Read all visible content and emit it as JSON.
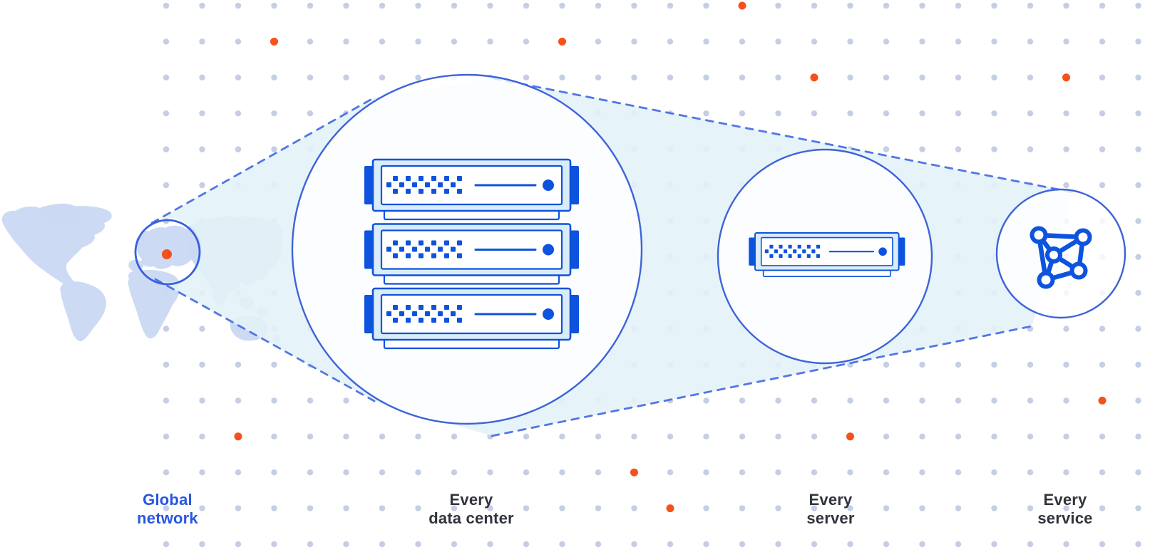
{
  "labels": {
    "global_network": {
      "line1": "Global",
      "line2": "network"
    },
    "every_data_center": {
      "line1": "Every",
      "line2": "data center"
    },
    "every_server": {
      "line1": "Every",
      "line2": "server"
    },
    "every_service": {
      "line1": "Every",
      "line2": "service"
    }
  },
  "icons": {
    "world_map": "world-map-icon",
    "globe_region": "globe-region-circle-icon",
    "location_marker": "location-marker-dot-icon",
    "data_center": "server-stack-icon",
    "server": "server-icon",
    "service": "network-graph-icon"
  },
  "colors": {
    "accent_blue": "#0d53dd",
    "circle_stroke_blue": "#3e63d9",
    "dashed_line_blue": "#5276e4",
    "wedge_fill": "#e3f2f7",
    "map_fill": "#cbd9f2",
    "grid_dot": "#c5cee6",
    "orange_accent": "#f4511c",
    "label_dark": "#31343b",
    "label_blue": "#2857e0",
    "server_panel_fill": "#d9ecf8"
  },
  "decor": {
    "orange_grid_cells": [
      [
        16,
        0
      ],
      [
        3,
        1
      ],
      [
        11,
        1
      ],
      [
        18,
        2
      ],
      [
        25,
        2
      ],
      [
        26,
        11
      ],
      [
        2,
        12
      ],
      [
        19,
        12
      ],
      [
        13,
        13
      ],
      [
        14,
        14
      ]
    ]
  }
}
